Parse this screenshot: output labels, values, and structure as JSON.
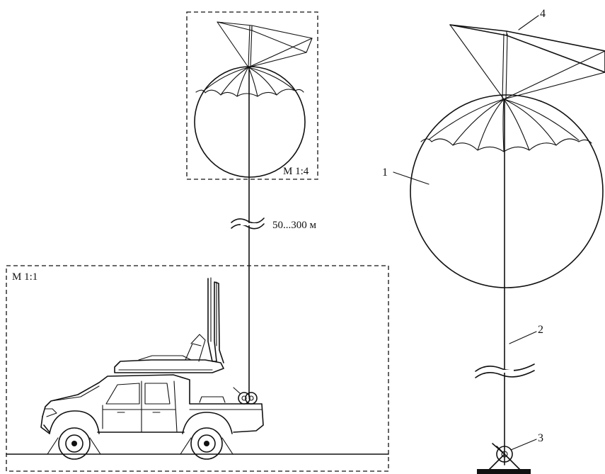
{
  "labels": {
    "scale_inset": "M 1:4",
    "scale_main": "M 1:1",
    "tether_length": "50...300 м",
    "part_1": "1",
    "part_2": "2",
    "part_3": "3",
    "part_4": "4"
  },
  "colors": {
    "line": "#111111",
    "background": "#ffffff"
  }
}
